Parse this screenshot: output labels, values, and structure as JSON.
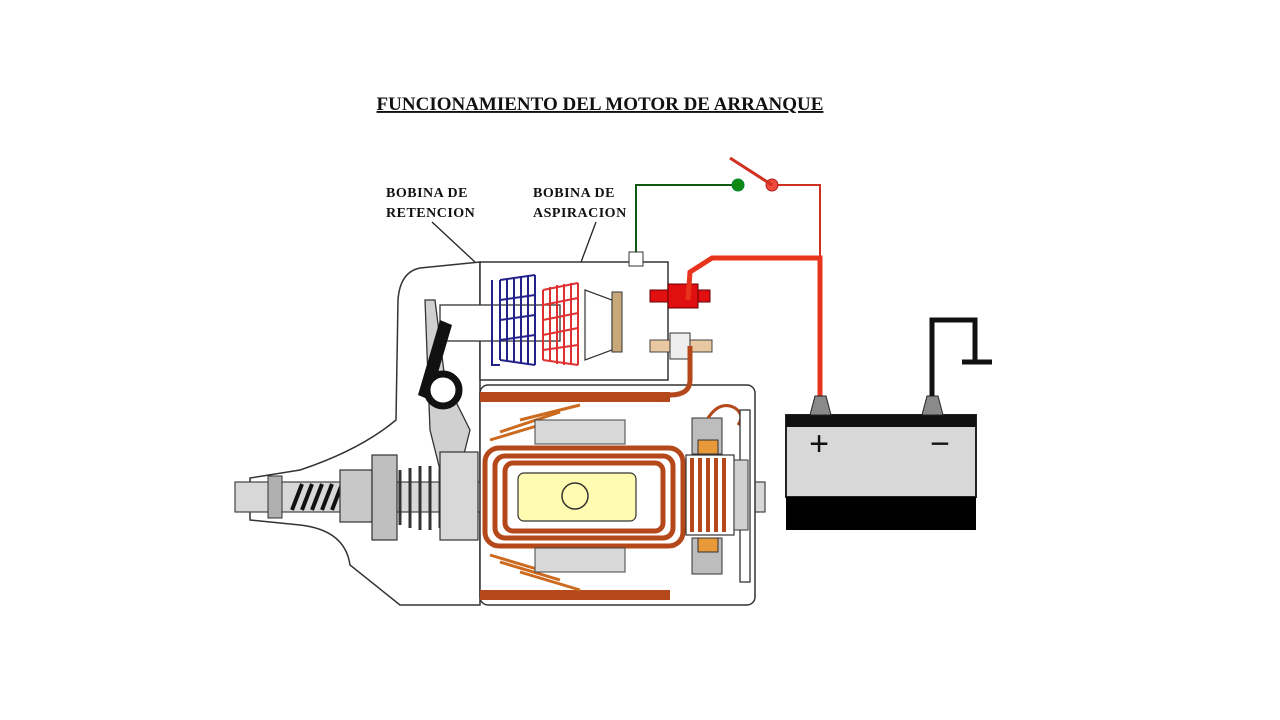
{
  "title": "FUNCIONAMIENTO DEL MOTOR DE ARRANQUE",
  "labels": {
    "holding_coil": [
      "BOBINA DE",
      "RETENCION"
    ],
    "pull_in_coil": [
      "BOBINA DE",
      "ASPIRACION"
    ]
  },
  "battery": {
    "positive": "+",
    "negative": "−"
  },
  "colors": {
    "outline": "#333333",
    "holding_coil": "#22228a",
    "pull_in_coil": "#e03030",
    "battery_cable": "#e8341c",
    "switch_wire": "#0e5a12",
    "field_winding": "#b5481a",
    "armature_core": "#fffbb0",
    "battery_body": "#d8d8d8"
  }
}
